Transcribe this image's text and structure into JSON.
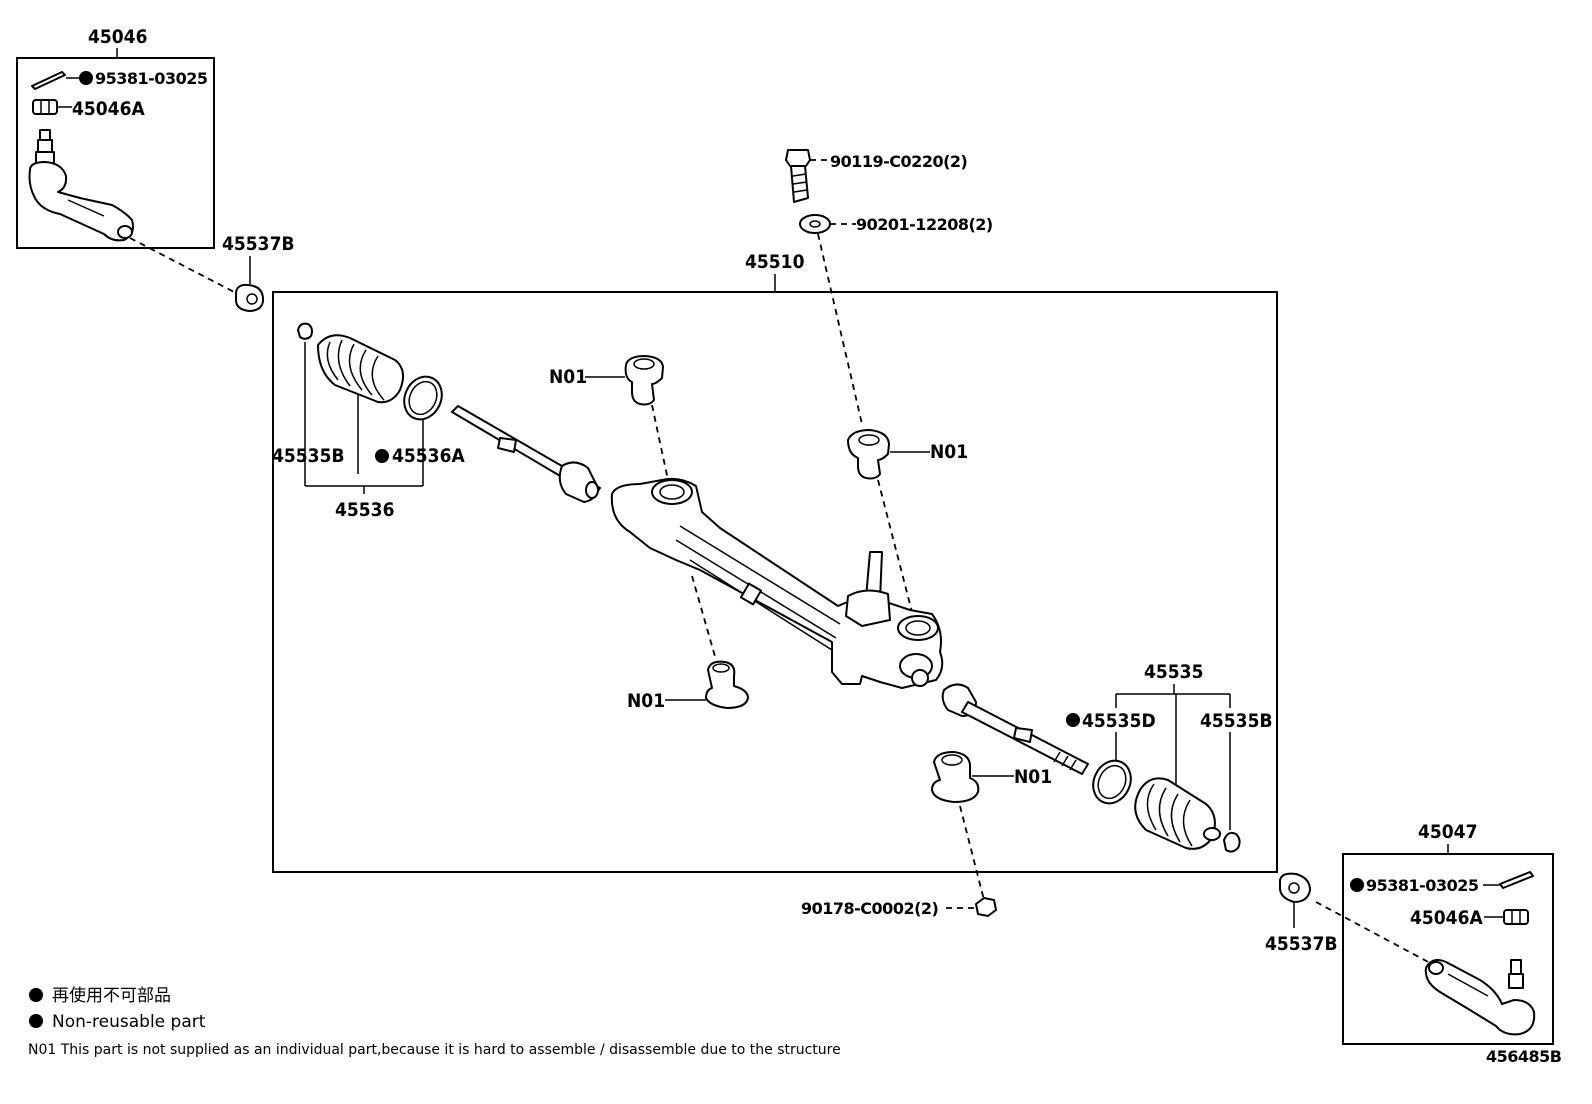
{
  "diagram_id": "456485B",
  "assemblies": {
    "left_tie_rod_end": "45046",
    "right_tie_rod_end": "45047",
    "steering_gear": "45510",
    "left_boot_set": "45536",
    "right_boot_set": "45535"
  },
  "labels": {
    "cotter_pin_left": "95381-03025",
    "nut_left": "45046A",
    "lock_nut_left": "45537B",
    "bolt": "90119-C0220(2)",
    "washer": "90201-12208(2)",
    "clip_left": "45535B",
    "clamp_left": "45536A",
    "boot_set_left": "45536",
    "bushing_upper_left": "N01",
    "bushing_upper_right": "N01",
    "bushing_lower_left": "N01",
    "bushing_lower_right": "N01",
    "clamp_right": "45535D",
    "clip_right": "45535B",
    "boot_set_right": "45535",
    "nut_bottom": "90178-C0002(2)",
    "lock_nut_right": "45537B",
    "cotter_pin_right": "95381-03025",
    "nut_right": "45046A"
  },
  "legend": {
    "non_reusable_jp": "再使用不可部品",
    "non_reusable_en": "Non-reusable part",
    "n01_note": "N01 This part is not supplied as an individual part,because it is hard to assemble / disassemble due to the structure"
  }
}
